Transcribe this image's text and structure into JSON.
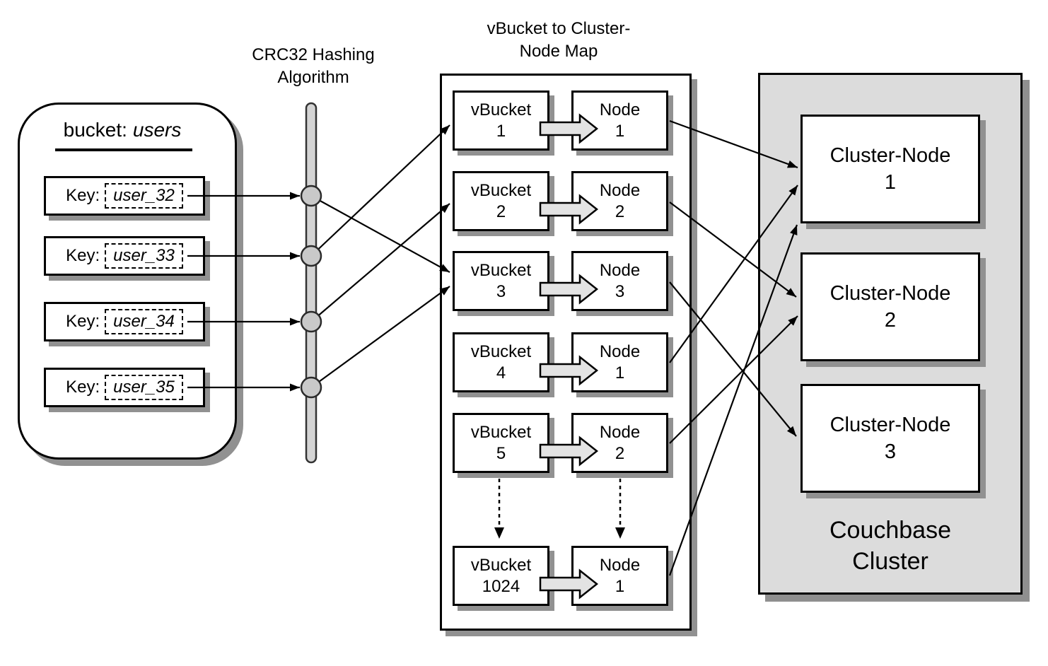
{
  "bucket_panel": {
    "title_prefix": "bucket:",
    "title_name": "users",
    "keys": [
      {
        "prefix": "Key:",
        "value": "user_32"
      },
      {
        "prefix": "Key:",
        "value": "user_33"
      },
      {
        "prefix": "Key:",
        "value": "user_34"
      },
      {
        "prefix": "Key:",
        "value": "user_35"
      }
    ]
  },
  "hash": {
    "title_line1": "CRC32 Hashing",
    "title_line2": "Algorithm"
  },
  "vbucket_map": {
    "title_line1": "vBucket to Cluster-",
    "title_line2": "Node Map",
    "rows": [
      {
        "vbucket_label": "vBucket",
        "vbucket_id": "1",
        "node_label": "Node",
        "node_id": "1"
      },
      {
        "vbucket_label": "vBucket",
        "vbucket_id": "2",
        "node_label": "Node",
        "node_id": "2"
      },
      {
        "vbucket_label": "vBucket",
        "vbucket_id": "3",
        "node_label": "Node",
        "node_id": "3"
      },
      {
        "vbucket_label": "vBucket",
        "vbucket_id": "4",
        "node_label": "Node",
        "node_id": "1"
      },
      {
        "vbucket_label": "vBucket",
        "vbucket_id": "5",
        "node_label": "Node",
        "node_id": "2"
      },
      {
        "vbucket_label": "vBucket",
        "vbucket_id": "1024",
        "node_label": "Node",
        "node_id": "1"
      }
    ]
  },
  "cluster": {
    "caption_line1": "Couchbase",
    "caption_line2": "Cluster",
    "nodes": [
      {
        "label": "Cluster-Node",
        "id": "1"
      },
      {
        "label": "Cluster-Node",
        "id": "2"
      },
      {
        "label": "Cluster-Node",
        "id": "3"
      }
    ]
  },
  "connections": {
    "key_to_vbucket": [
      {
        "key": "user_32",
        "vbucket": "3"
      },
      {
        "key": "user_33",
        "vbucket": "1"
      },
      {
        "key": "user_34",
        "vbucket": "2"
      },
      {
        "key": "user_35",
        "vbucket": "3"
      }
    ],
    "node_to_cluster_node": [
      {
        "map_row": "vBucket 1",
        "node": "1",
        "cluster_node": "1"
      },
      {
        "map_row": "vBucket 2",
        "node": "2",
        "cluster_node": "2"
      },
      {
        "map_row": "vBucket 3",
        "node": "3",
        "cluster_node": "3"
      },
      {
        "map_row": "vBucket 4",
        "node": "1",
        "cluster_node": "1"
      },
      {
        "map_row": "vBucket 5",
        "node": "2",
        "cluster_node": "2"
      },
      {
        "map_row": "vBucket 1024",
        "node": "1",
        "cluster_node": "1"
      }
    ]
  },
  "colors": {
    "cluster_panel_gray": "#dcdcdc",
    "hash_bar_gray": "#d4d4d4",
    "shadow_gray": "#919191",
    "block_arrow_gray": "#e3e3e3",
    "line_black": "#000000"
  }
}
